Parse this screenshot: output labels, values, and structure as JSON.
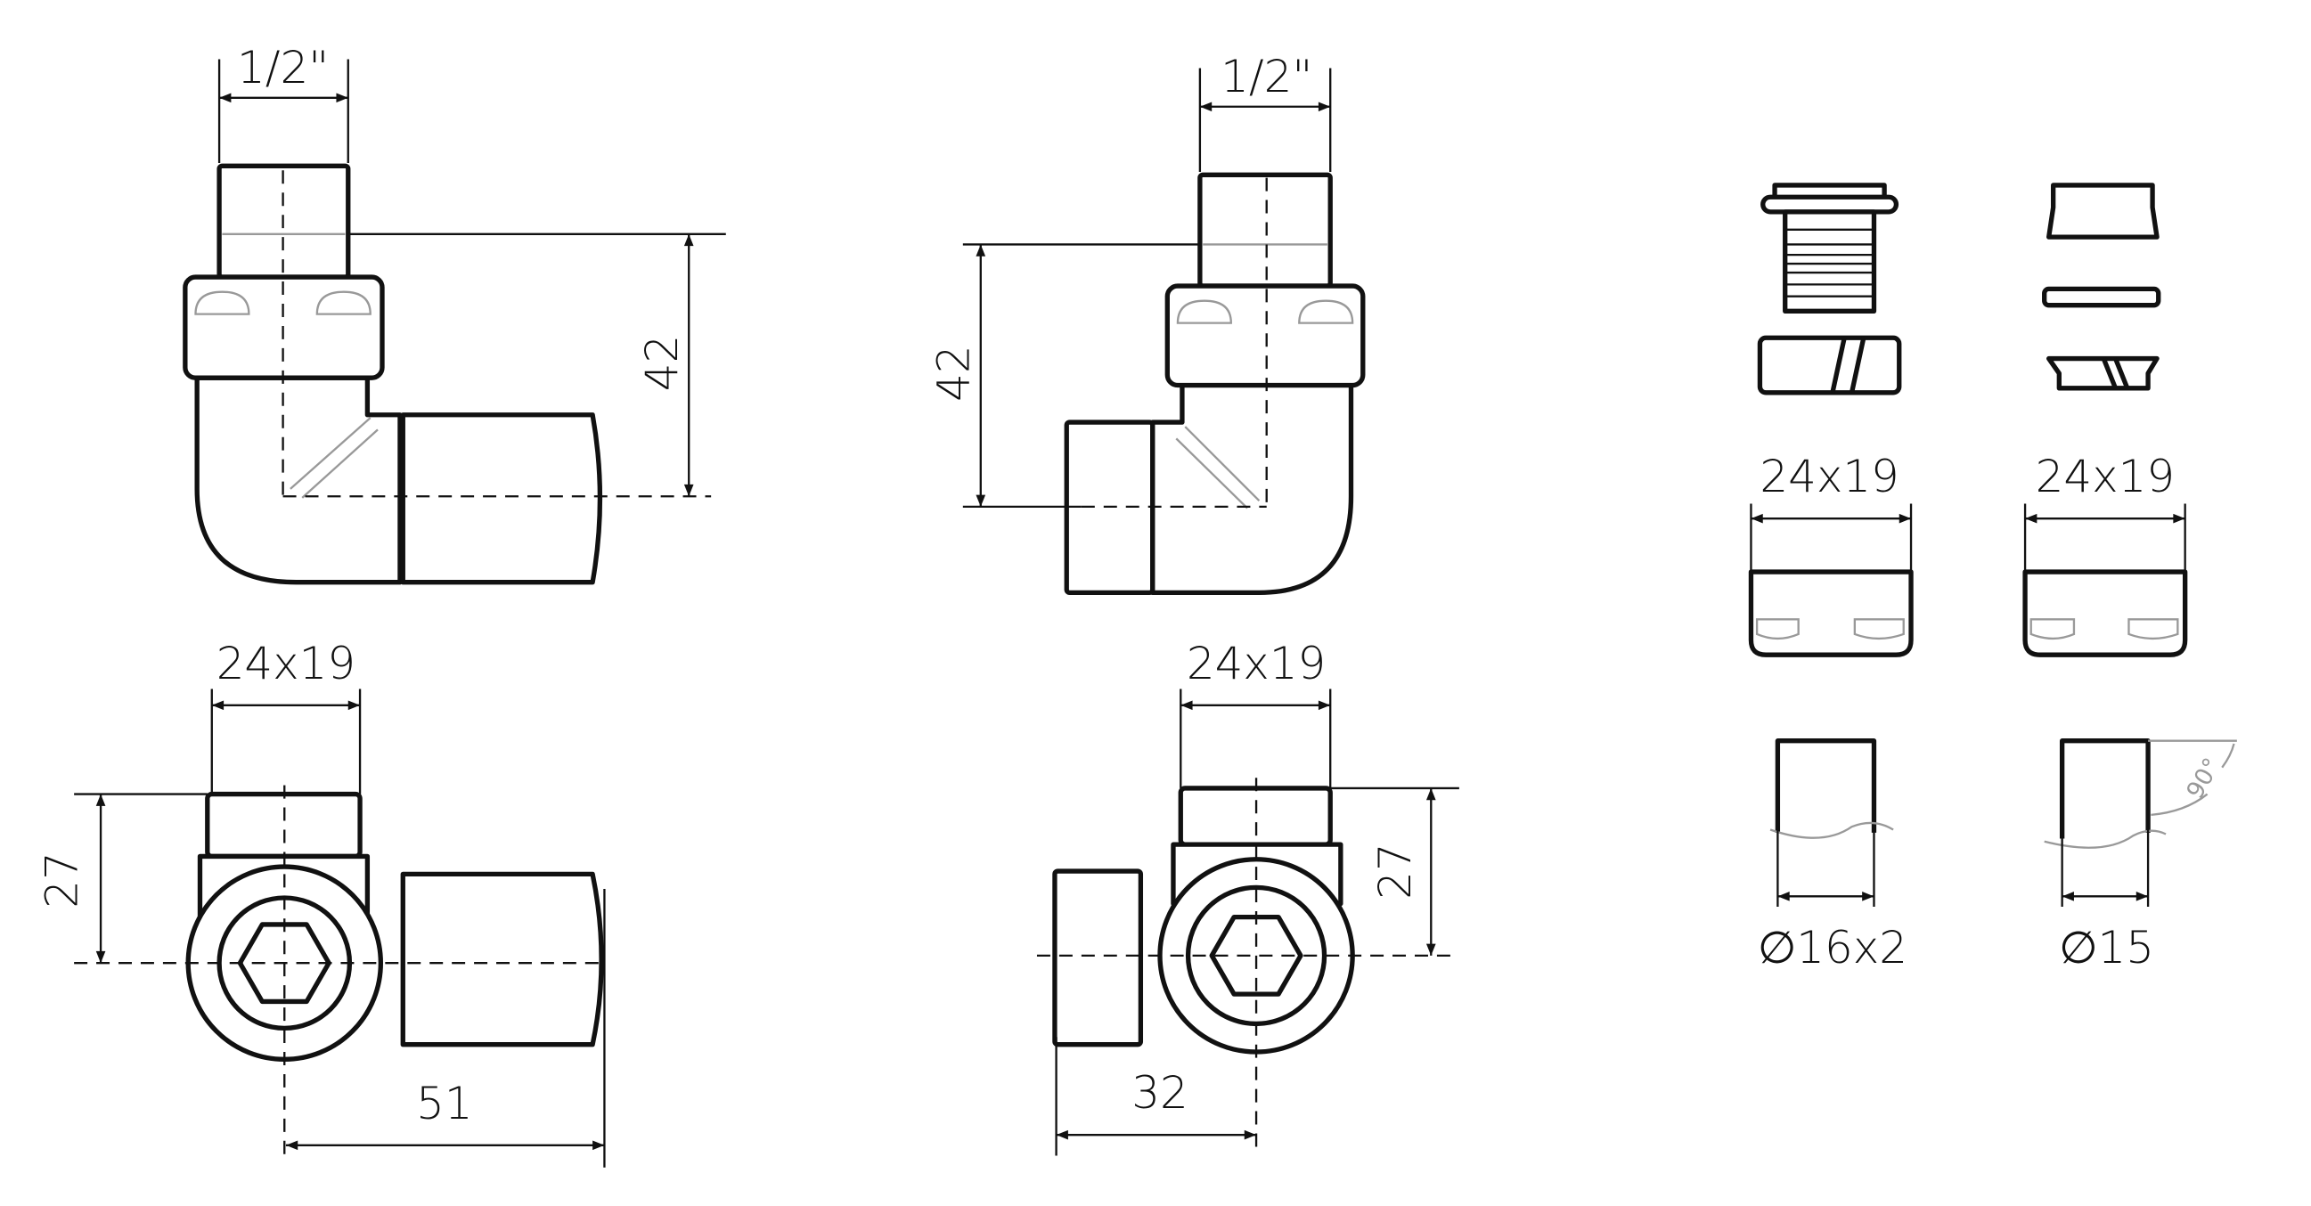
{
  "views": {
    "side_left": {
      "thread": "1/2\"",
      "height": "42"
    },
    "side_right": {
      "thread": "1/2\"",
      "height": "42"
    },
    "top_left": {
      "nut": "24x19",
      "height": "27",
      "length": "51"
    },
    "top_right": {
      "nut": "24x19",
      "height": "27",
      "length": "32"
    }
  },
  "parts": {
    "left": {
      "nut": "24x19",
      "pipe": "∅16x2"
    },
    "right": {
      "nut": "24x19",
      "pipe": "∅15",
      "angle": "90°"
    }
  }
}
